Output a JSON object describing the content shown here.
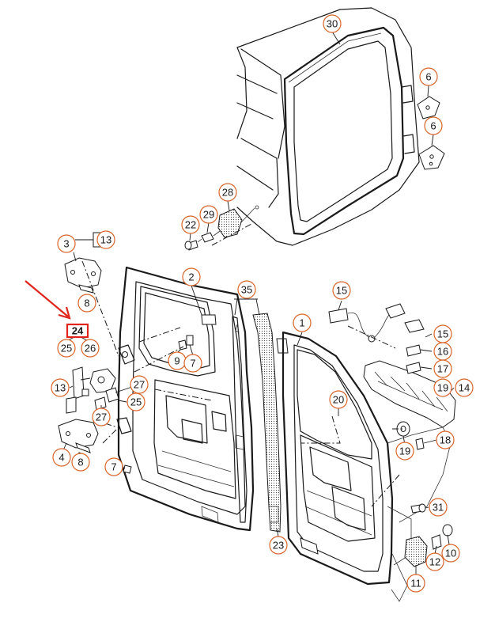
{
  "highlighted_part": "24",
  "callouts": [
    {
      "id": "c30",
      "label": "30"
    },
    {
      "id": "c6a",
      "label": "6"
    },
    {
      "id": "c6b",
      "label": "6"
    },
    {
      "id": "c28",
      "label": "28"
    },
    {
      "id": "c29",
      "label": "29"
    },
    {
      "id": "c22",
      "label": "22"
    },
    {
      "id": "c3",
      "label": "3"
    },
    {
      "id": "c13a",
      "label": "13"
    },
    {
      "id": "c8a",
      "label": "8"
    },
    {
      "id": "c2",
      "label": "2"
    },
    {
      "id": "c35",
      "label": "35"
    },
    {
      "id": "c15a",
      "label": "15"
    },
    {
      "id": "c1",
      "label": "1"
    },
    {
      "id": "c25a",
      "label": "25"
    },
    {
      "id": "c26",
      "label": "26"
    },
    {
      "id": "c9",
      "label": "9"
    },
    {
      "id": "c7a",
      "label": "7"
    },
    {
      "id": "c15b",
      "label": "15"
    },
    {
      "id": "c16",
      "label": "16"
    },
    {
      "id": "c17",
      "label": "17"
    },
    {
      "id": "c19a",
      "label": "19"
    },
    {
      "id": "c14",
      "label": "14"
    },
    {
      "id": "c13b",
      "label": "13"
    },
    {
      "id": "c27a",
      "label": "27"
    },
    {
      "id": "c25b",
      "label": "25"
    },
    {
      "id": "c27b",
      "label": "27"
    },
    {
      "id": "c20",
      "label": "20"
    },
    {
      "id": "c18",
      "label": "18"
    },
    {
      "id": "c19b",
      "label": "19"
    },
    {
      "id": "c4",
      "label": "4"
    },
    {
      "id": "c8b",
      "label": "8"
    },
    {
      "id": "c7b",
      "label": "7"
    },
    {
      "id": "c31",
      "label": "31"
    },
    {
      "id": "c23",
      "label": "23"
    },
    {
      "id": "c10",
      "label": "10"
    },
    {
      "id": "c12",
      "label": "12"
    },
    {
      "id": "c11",
      "label": "11"
    }
  ],
  "colors": {
    "callout_ring": "#d9652a",
    "highlight": "#e0241b",
    "line": "#1a1a1a"
  }
}
